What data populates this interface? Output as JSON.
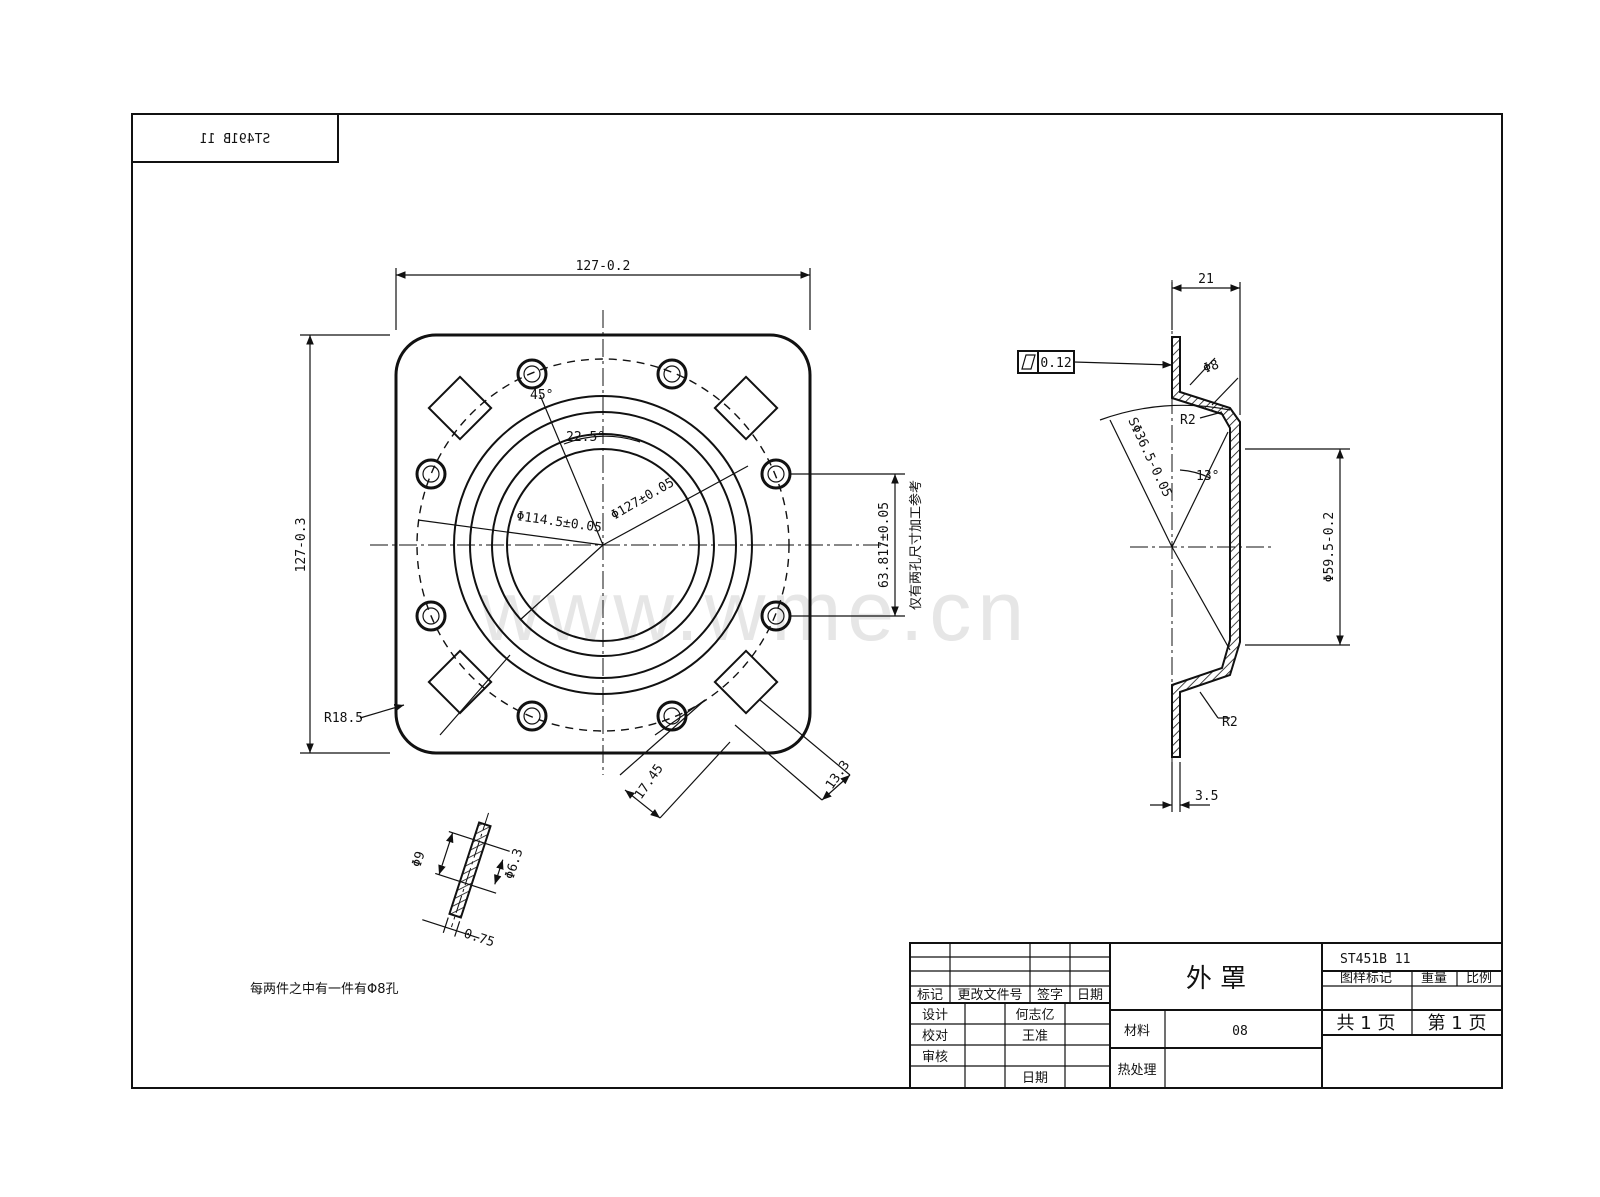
{
  "header_box": {
    "code_mirrored": "ST491B 11"
  },
  "front_view": {
    "dims": {
      "width": "127-0.2",
      "height": "127-0.3",
      "corner_radius": "R18.5",
      "angle_45": "45°",
      "angle_22": "22.5°",
      "inner_dia": "Φ114.5±0.05",
      "pitch_dia": "Φ127±0.05",
      "hole_spacing": "63.817±0.05",
      "hole_note": "仅有两孔尺寸加工参考",
      "diag_a": "17.45",
      "diag_b": "13.3"
    }
  },
  "side_view": {
    "dims": {
      "depth": "21",
      "flatness": "0.12",
      "small_dia": "Φ8",
      "radius_top": "R2",
      "sphere": "SΦ36.5-0.05",
      "angle": "13°",
      "outer_dia": "Φ59.5-0.2",
      "radius_bottom": "R2",
      "thickness": "3.5"
    }
  },
  "detail_view": {
    "dims": {
      "a": "Φ9",
      "b": "Φ6.3",
      "c": "0.75"
    }
  },
  "note": "每两件之中有一件有Φ8孔",
  "watermark": "www.wme.cn",
  "title_block": {
    "part_name": "外 罩",
    "drawing_no": "ST451B 11",
    "material_label": "材料",
    "material": "08",
    "heat_label": "热处理",
    "rev_headers": [
      "标记",
      "更改文件号",
      "签字",
      "日期"
    ],
    "roles": [
      "设计",
      "校对",
      "审核"
    ],
    "signer_1": "何志亿",
    "signer_2": "王准",
    "date_label": "日期",
    "stage_headers": [
      "图样标记",
      "重量",
      "比例"
    ],
    "total_sheets": "共 1 页",
    "sheet_no": "第 1 页"
  }
}
